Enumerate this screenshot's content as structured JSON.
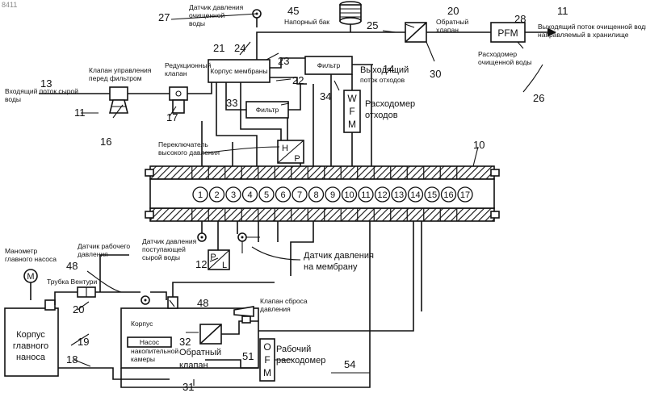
{
  "corner_id": "8411",
  "labels": {
    "in_raw": "Входящий поток сырой воды",
    "prefilter_valve": "Клапан управления перед фильтром",
    "reducer": "Редукционный клапан",
    "membrane": "Корпус мембраны",
    "filter_top": "Фильтр",
    "filter_left": "Фильтр",
    "waste_out": "Выходящий поток отходов",
    "clean_sensor": "Датчик давления очищенной воды",
    "tank": "Напорный бак",
    "check_valve": "Обратный клапан",
    "pfm_meter": "Расходомер очищенной воды",
    "out_clean": "Выходящий поток очищенной воды, направляемый в хранилище",
    "waste_meter": "Расходомер отходов",
    "hp_switch": "Переключатель высокого давления",
    "membrane_sensor": "Датчик давления на мембрану",
    "raw_sensor": "Датчик давления поступающей сырой воды",
    "work_sensor": "Датчик рабочего давления",
    "pump_manometer": "Манометр главного насоса",
    "venturi": "Трубка Вентури",
    "pump_housing": "Корпус главного насоса",
    "chamber": "Корпус накопительной камеры",
    "pump_in_chamber": "Насос",
    "check_valve_bottom": "Обратный клапан",
    "relief_valve": "Клапан сброса давления",
    "work_meter": "Рабочий расходомер"
  },
  "symbols": {
    "pfm": "PFM",
    "wfm": [
      "W",
      "F",
      "M"
    ],
    "ofm": [
      "O",
      "F",
      "M"
    ],
    "hp": [
      "H",
      "P"
    ],
    "pl": [
      "P",
      "L"
    ],
    "m": "M"
  },
  "numbers": {
    "n27": "27",
    "n45": "45",
    "n20": "20",
    "n28": "28",
    "n11a": "11",
    "n21": "21",
    "n24": "24",
    "n25": "25",
    "n23": "23",
    "n13": "13",
    "n14": "14",
    "n22": "22",
    "n30": "30",
    "n26": "26",
    "n34": "34",
    "n33": "33",
    "n11b": "11",
    "n17": "17",
    "n16": "16",
    "n10": "10",
    "n12": "12",
    "n48a": "48",
    "n20b": "20",
    "n48b": "48",
    "n32": "32",
    "n19": "19",
    "n18": "18",
    "n51": "51",
    "n54": "54",
    "n31": "31"
  },
  "ports": [
    "1",
    "2",
    "3",
    "4",
    "5",
    "6",
    "7",
    "8",
    "9",
    "10",
    "11",
    "12",
    "13",
    "14",
    "15",
    "16",
    "17"
  ]
}
